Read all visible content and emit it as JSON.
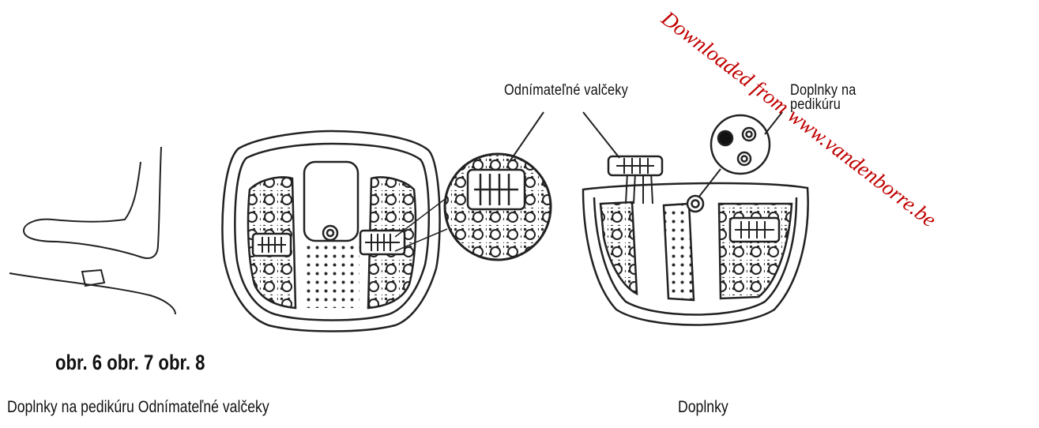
{
  "callouts": {
    "rollers": "Odnímateľné valčeky",
    "pedicure_line1": "Doplnky na",
    "pedicure_line2": "pedikúru"
  },
  "figure_labels": "obr. 6 obr. 7 obr. 8",
  "captions": {
    "left": "Doplnky na pedikúru Odnímateľné valčeky",
    "right": "Doplnky"
  },
  "watermark": {
    "text": "Downloaded from www.vandenborre.be",
    "color": "#c00000"
  }
}
